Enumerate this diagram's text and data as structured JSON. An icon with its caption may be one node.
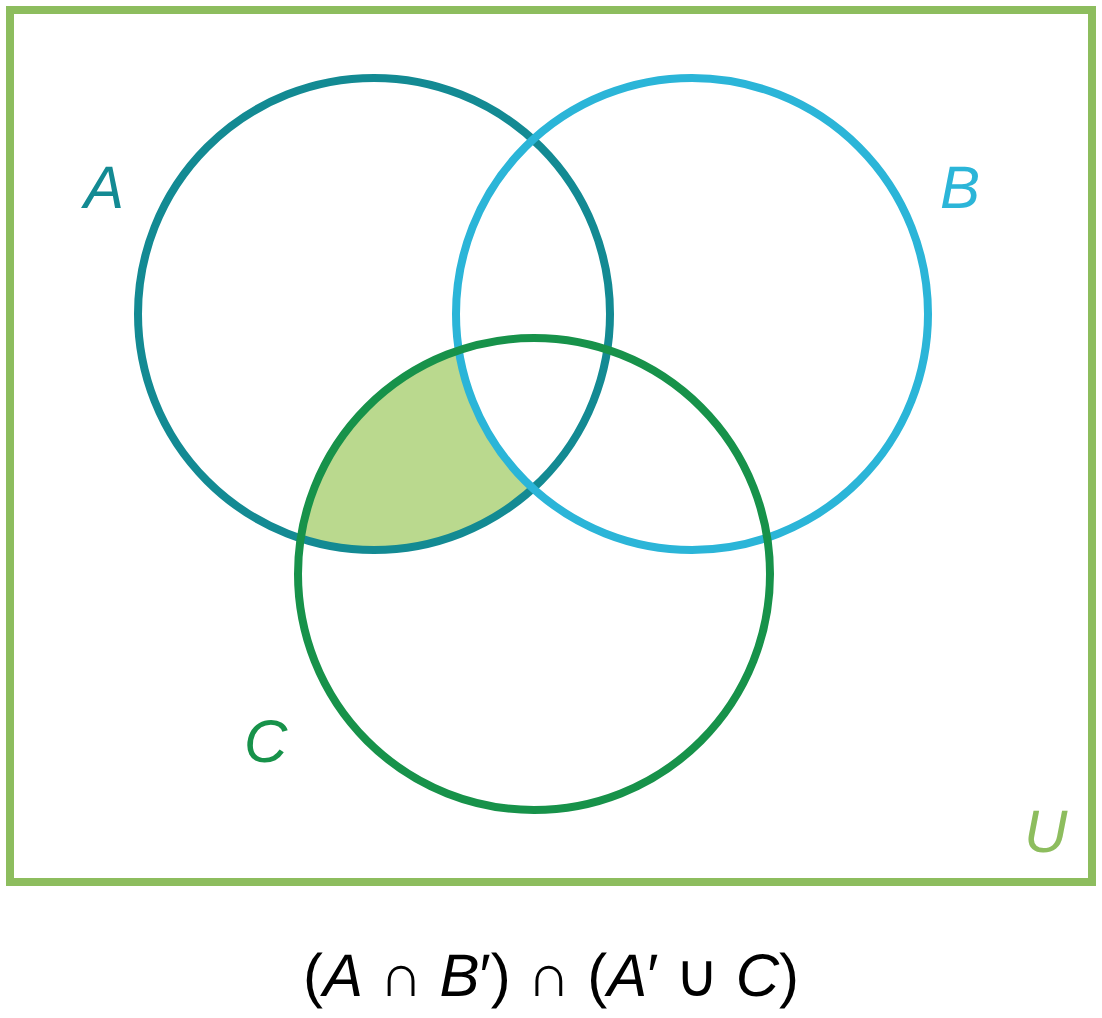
{
  "diagram": {
    "caption": "(*A* ∩ *B*′) ∩ (*A*′ ∪ *C*)",
    "nodes": [
      {
        "text": [
          "U"
        ]
      },
      {
        "text": [
          "A"
        ],
        "in": 0
      },
      {
        "text": [
          "B"
        ],
        "in": 0
      },
      {
        "text": [
          "C"
        ],
        "in": 0
      },
      {
        "text": [],
        "shape": "region",
        "in": 0
      }
    ]
  }
}
